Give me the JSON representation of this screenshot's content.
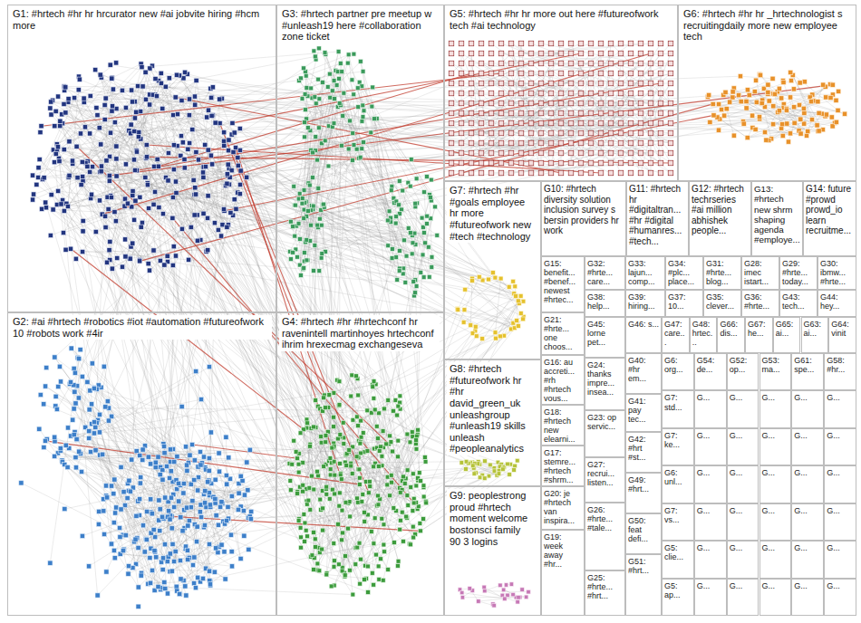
{
  "diagram": {
    "nodes": [
      {
        "text": [
          "G1: #hrtech #hr hr hrcurator new #ai jobvite hiring #hcm more"
        ]
      },
      {
        "text": [
          "G3: #hrtech partner pre meetup w #unleash19 here #collaboration zone ticket"
        ]
      },
      {
        "text": [
          "G5: #hrtech #hr hr more out here #futureofwork tech #ai technology"
        ]
      },
      {
        "text": [
          "G6: #hrtech #hr hr _hrtechnologist s recruitingdaily more new employee tech"
        ]
      },
      {
        "text": [
          "G2: #ai #hrtech #robotics #iot #automation #futureofwork 10 #robots work #4ir"
        ]
      },
      {
        "text": [
          "G4: #hrtech #hr #hrtechconf hr ravenintell martinhoyes hrtechconf ihrim hrexecmag exchangeseva"
        ]
      },
      {
        "text": [
          "G7: #hrtech #hr #goals employee hr more #futureofwork new #tech #technology"
        ]
      },
      {
        "text": [
          "G10: #hrtech diversity solution inclusion survey s bersin providers hr work"
        ]
      },
      {
        "text": [
          "G11: #hrtech hr #digitaltran... #hr #digital #humanres... #tech..."
        ]
      },
      {
        "text": [
          "G12: #hrtech techrseries #ai million abhishek people..."
        ]
      },
      {
        "text": [
          "G13: #hrtech new shrm shaping agenda #employe..."
        ]
      },
      {
        "text": [
          "G14: future #prowd prowd_io learn recruitme..."
        ]
      },
      {
        "text": [
          "G8: #hrtech #futureofwork hr #hr david_green_uk unleashgroup #unleash19 skills unleash #peopleanalytics"
        ]
      },
      {
        "text": [
          "G9: peoplestrong proud #hrtech moment welcome bostonsci family 90 3 logins"
        ]
      },
      {
        "text": [
          "G15: benefit... #benef... newest #hrtec..."
        ]
      },
      {
        "text": [
          "G32: #hrte... care..."
        ]
      },
      {
        "text": [
          "G33: lajun... comp..."
        ]
      },
      {
        "text": [
          "G34: #plc... place..."
        ]
      },
      {
        "text": [
          "G31: #hrte... blog..."
        ]
      },
      {
        "text": [
          "G28: imec istart..."
        ]
      },
      {
        "text": [
          "G29: #hrte... today..."
        ]
      },
      {
        "text": [
          "G30: ibmw... #hrte..."
        ]
      },
      {
        "text": [
          "G38: help..."
        ]
      },
      {
        "text": [
          "G39: hiring..."
        ]
      },
      {
        "text": [
          "G37: 10..."
        ]
      },
      {
        "text": [
          "G35: clever..."
        ]
      },
      {
        "text": [
          "G36: #hrte..."
        ]
      },
      {
        "text": [
          "G43: tech..."
        ]
      },
      {
        "text": [
          "G44: hey..."
        ]
      },
      {
        "text": [
          "G21: #hrte... one choos..."
        ]
      },
      {
        "text": [
          "G16: au accreti... #rh #hrtech vous..."
        ]
      },
      {
        "text": [
          "G18: #hrtech new elearni..."
        ]
      },
      {
        "text": [
          "G17: stemre... #hrtech #shrm..."
        ]
      },
      {
        "text": [
          "G20: je #hrtech van inspira..."
        ]
      },
      {
        "text": [
          "G19: week away #hr..."
        ]
      },
      {
        "text": [
          "G45: lorne pet..."
        ]
      },
      {
        "text": [
          "G24: thanks impre... insea..."
        ]
      },
      {
        "text": [
          "G23: op servic..."
        ]
      },
      {
        "text": [
          "G27: recrui... listen..."
        ]
      },
      {
        "text": [
          "G26: #hrte... #tale..."
        ]
      },
      {
        "text": [
          "G25: #hrte... #hrt..."
        ]
      },
      {
        "text": [
          "G46: s..."
        ]
      },
      {
        "text": [
          "G40: #hr em..."
        ]
      },
      {
        "text": [
          "G41: pay tec..."
        ]
      },
      {
        "text": [
          "G42: #hrt #st..."
        ]
      },
      {
        "text": [
          "G49: #hrt..."
        ]
      },
      {
        "text": [
          "G50: feat defi..."
        ]
      },
      {
        "text": [
          "G51: #hrt..."
        ]
      },
      {
        "text": [
          "G47: care..."
        ]
      },
      {
        "text": [
          "G48: hrtec..."
        ]
      },
      {
        "text": [
          "G66: dis..."
        ]
      },
      {
        "text": [
          "G67: he..."
        ]
      },
      {
        "text": [
          "G65: ai..."
        ]
      },
      {
        "text": [
          "G63: ai..."
        ]
      },
      {
        "text": [
          "G64: vinit"
        ]
      },
      {
        "text": [
          "G6: org..."
        ]
      },
      {
        "text": [
          "G54: de..."
        ]
      },
      {
        "text": [
          "G52: op..."
        ]
      },
      {
        "text": [
          "G53: ma..."
        ]
      },
      {
        "text": [
          "G61: spe..."
        ]
      },
      {
        "text": [
          "G58: #hr..."
        ]
      },
      {
        "text": [
          "G7: std..."
        ]
      },
      {
        "text": [
          "G..."
        ]
      },
      {
        "text": [
          "G..."
        ]
      },
      {
        "text": [
          "G..."
        ]
      },
      {
        "text": [
          "G..."
        ]
      },
      {
        "text": [
          "G..."
        ]
      },
      {
        "text": [
          "G7: ke..."
        ]
      },
      {
        "text": [
          "G..."
        ]
      },
      {
        "text": [
          "G..."
        ]
      },
      {
        "text": [
          "G..."
        ]
      },
      {
        "text": [
          "G..."
        ]
      },
      {
        "text": [
          "G..."
        ]
      },
      {
        "text": [
          "G6: unl..."
        ]
      },
      {
        "text": [
          "G..."
        ]
      },
      {
        "text": [
          "G..."
        ]
      },
      {
        "text": [
          "G..."
        ]
      },
      {
        "text": [
          "G..."
        ]
      },
      {
        "text": [
          "G..."
        ]
      },
      {
        "text": [
          "G7: vs..."
        ]
      },
      {
        "text": [
          "G..."
        ]
      },
      {
        "text": [
          "G..."
        ]
      },
      {
        "text": [
          "G..."
        ]
      },
      {
        "text": [
          "G..."
        ]
      },
      {
        "text": [
          "G..."
        ]
      },
      {
        "text": [
          "G5: clie..."
        ]
      },
      {
        "text": [
          "G..."
        ]
      },
      {
        "text": [
          "G..."
        ]
      },
      {
        "text": [
          "G..."
        ]
      },
      {
        "text": [
          "G..."
        ]
      },
      {
        "text": [
          "G..."
        ]
      },
      {
        "text": [
          "G5: ap..."
        ]
      },
      {
        "text": [
          "G..."
        ]
      },
      {
        "text": [
          "G..."
        ]
      },
      {
        "text": [
          "G..."
        ]
      },
      {
        "text": [
          "G..."
        ]
      },
      {
        "text": [
          "G..."
        ]
      }
    ]
  }
}
